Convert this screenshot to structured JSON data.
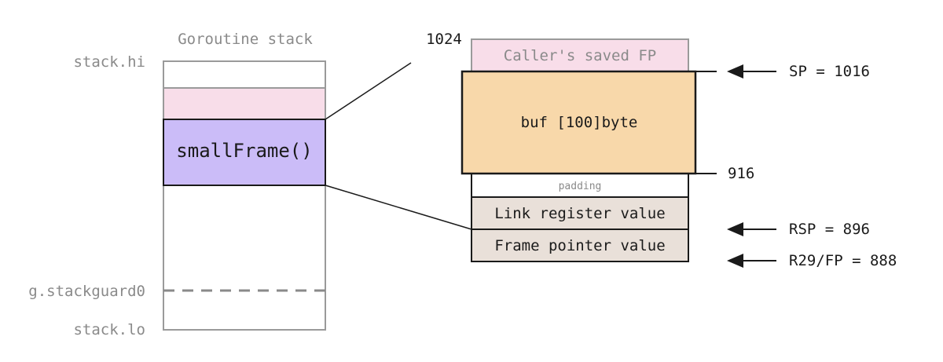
{
  "colors": {
    "stack_outline": "#9a9a9a",
    "frame_outline": "#1a1a1a",
    "caller_frame_fill": "#f8dde9",
    "small_frame_fill": "#cbbcf8",
    "buf_fill": "#f8d8aa",
    "saved_regs_fill": "#e9e0d9",
    "label_gray": "#8a8a8a"
  },
  "goroutine_stack": {
    "title": "Goroutine stack",
    "hi_label": "stack.hi",
    "guard_label": "g.stackguard0",
    "lo_label": "stack.lo",
    "frame_label": "smallFrame()"
  },
  "frame_detail": {
    "top_address": "1024",
    "caller_saved_fp": "Caller's saved FP",
    "buf": "buf [100]byte",
    "buf_bottom_address": "916",
    "padding": "padding",
    "link_register": "Link register value",
    "frame_pointer": "Frame pointer value"
  },
  "pointers": [
    {
      "label": "SP = 1016",
      "icon": "arrow-left-icon"
    },
    {
      "label": "RSP = 896",
      "icon": "arrow-left-icon"
    },
    {
      "label": "R29/FP = 888",
      "icon": "arrow-left-icon"
    }
  ]
}
